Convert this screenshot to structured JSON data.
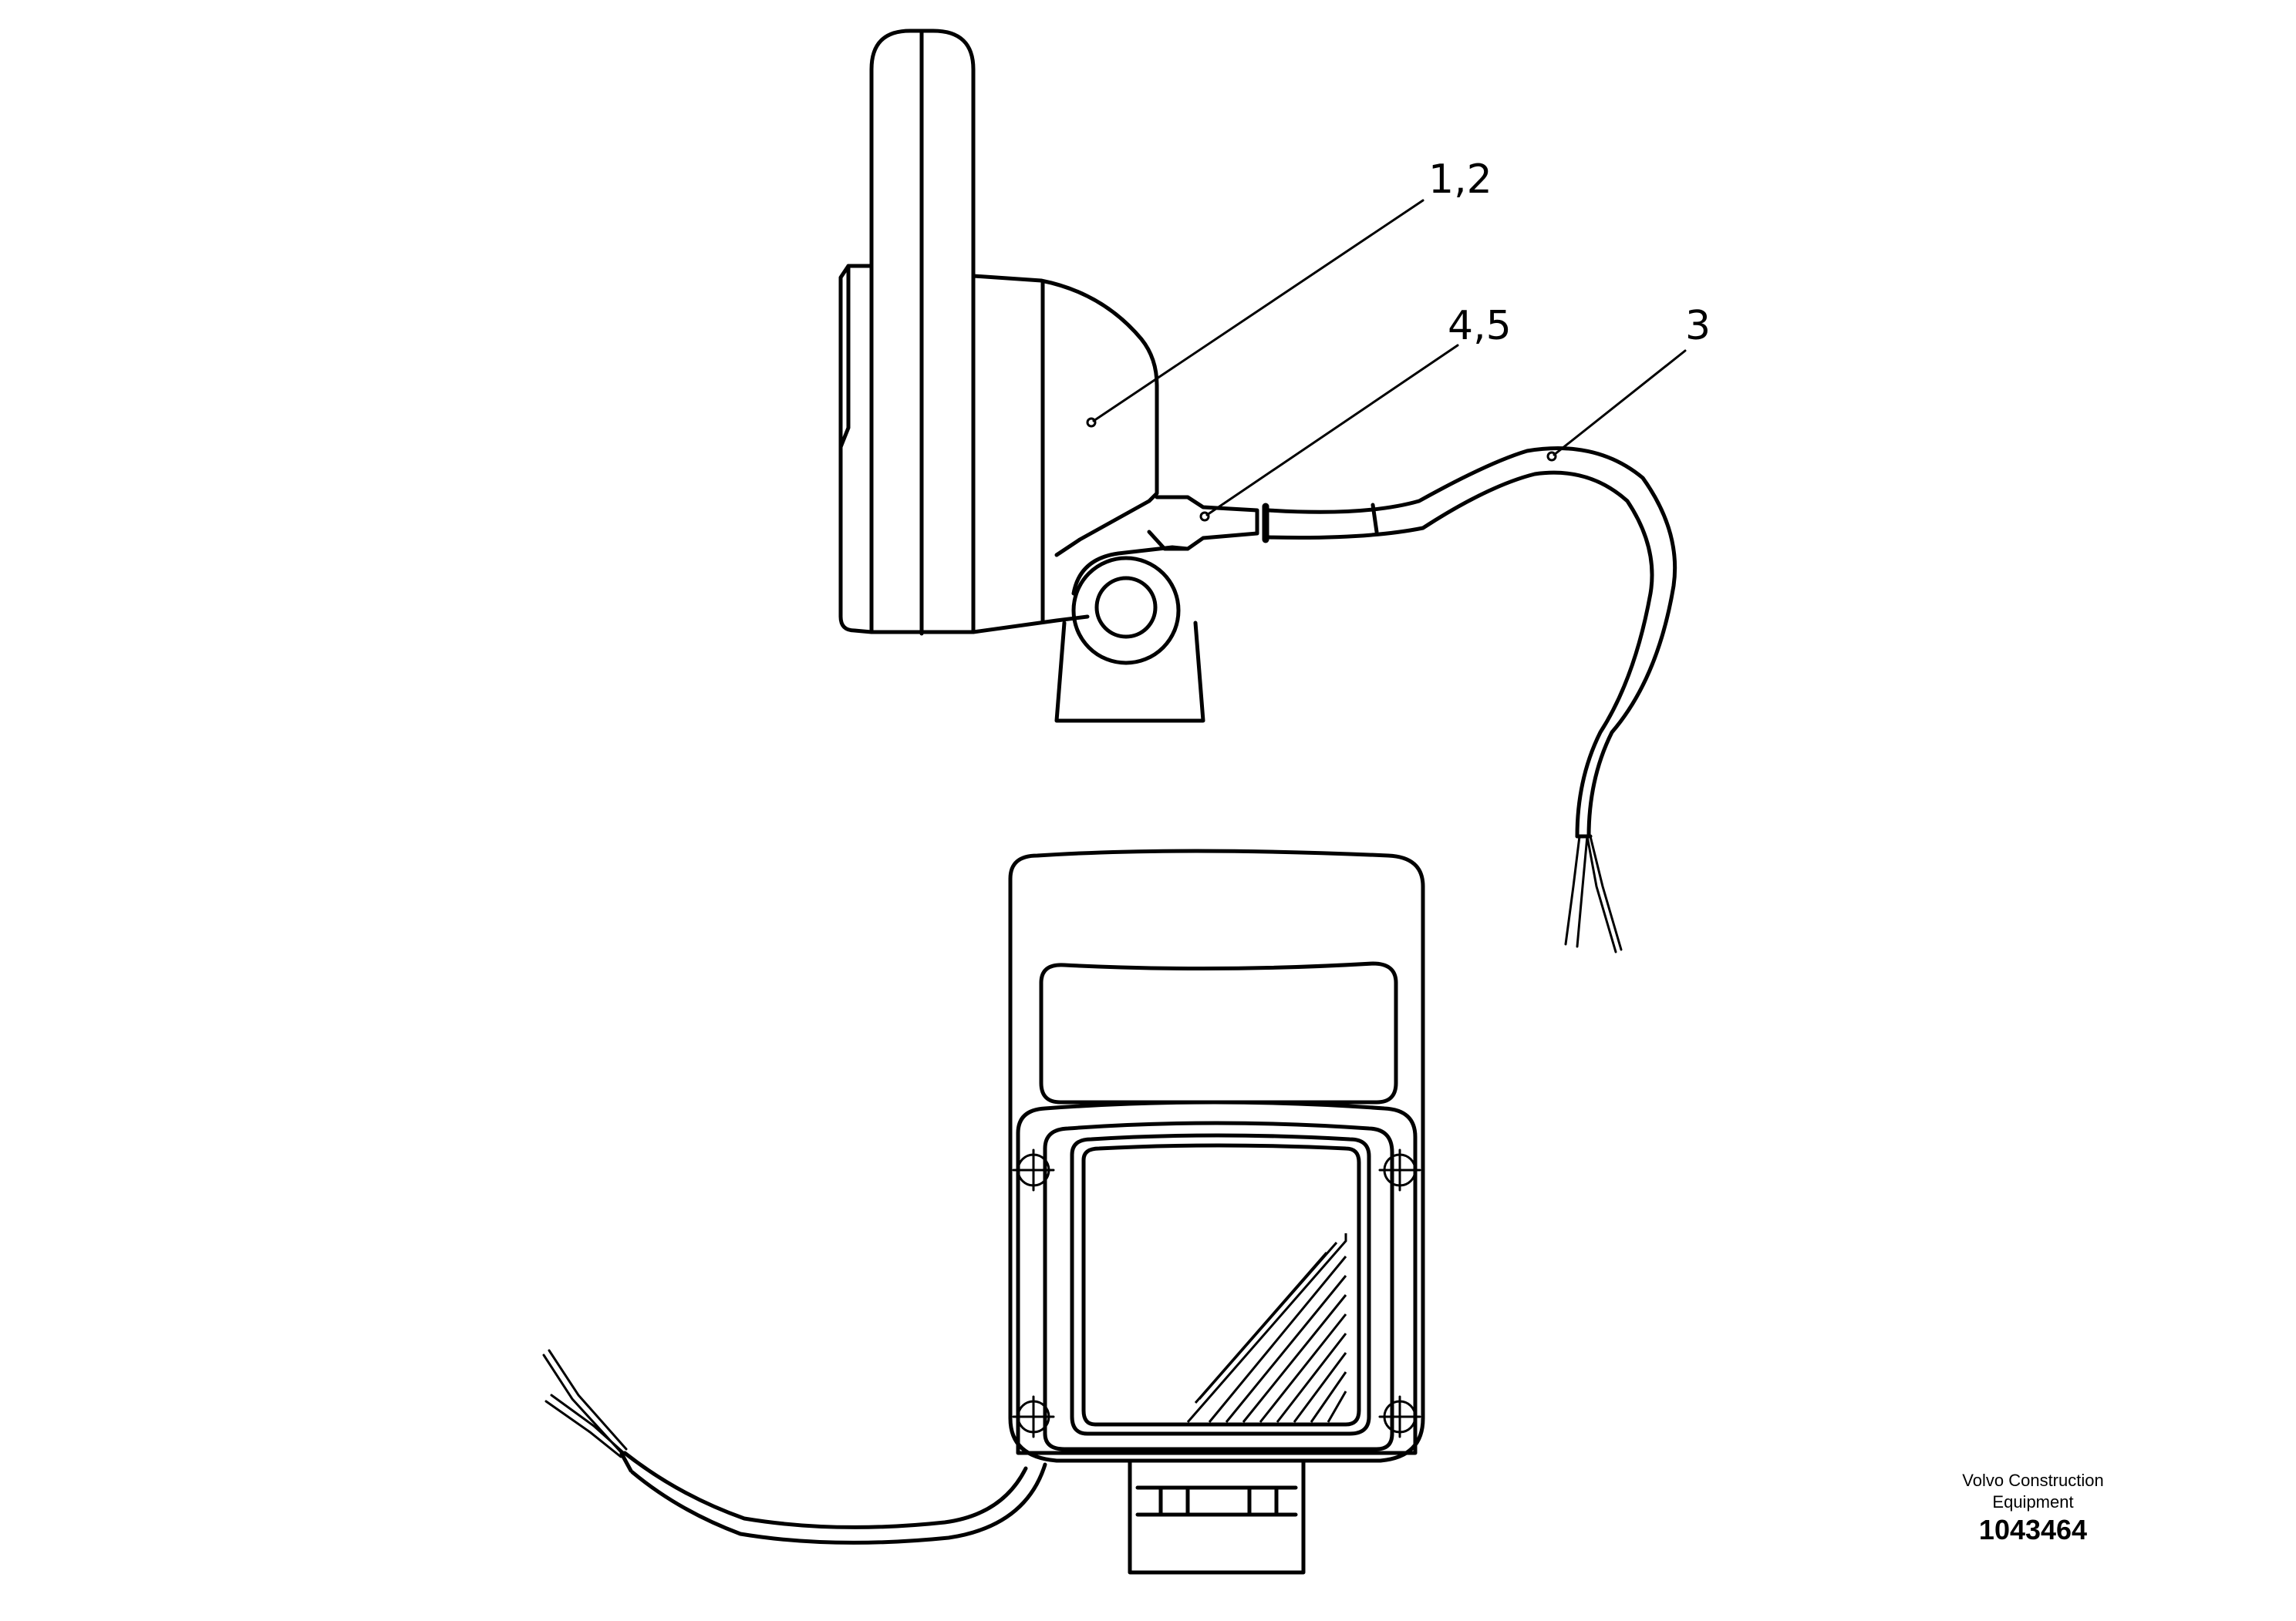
{
  "callouts": {
    "c12": "1,2",
    "c45": "4,5",
    "c3": "3"
  },
  "footer": {
    "brand_line1": "Volvo Construction",
    "brand_line2": "Equipment",
    "document_number": "1043464"
  },
  "colors": {
    "ink": "#000000",
    "paper": "#ffffff"
  }
}
